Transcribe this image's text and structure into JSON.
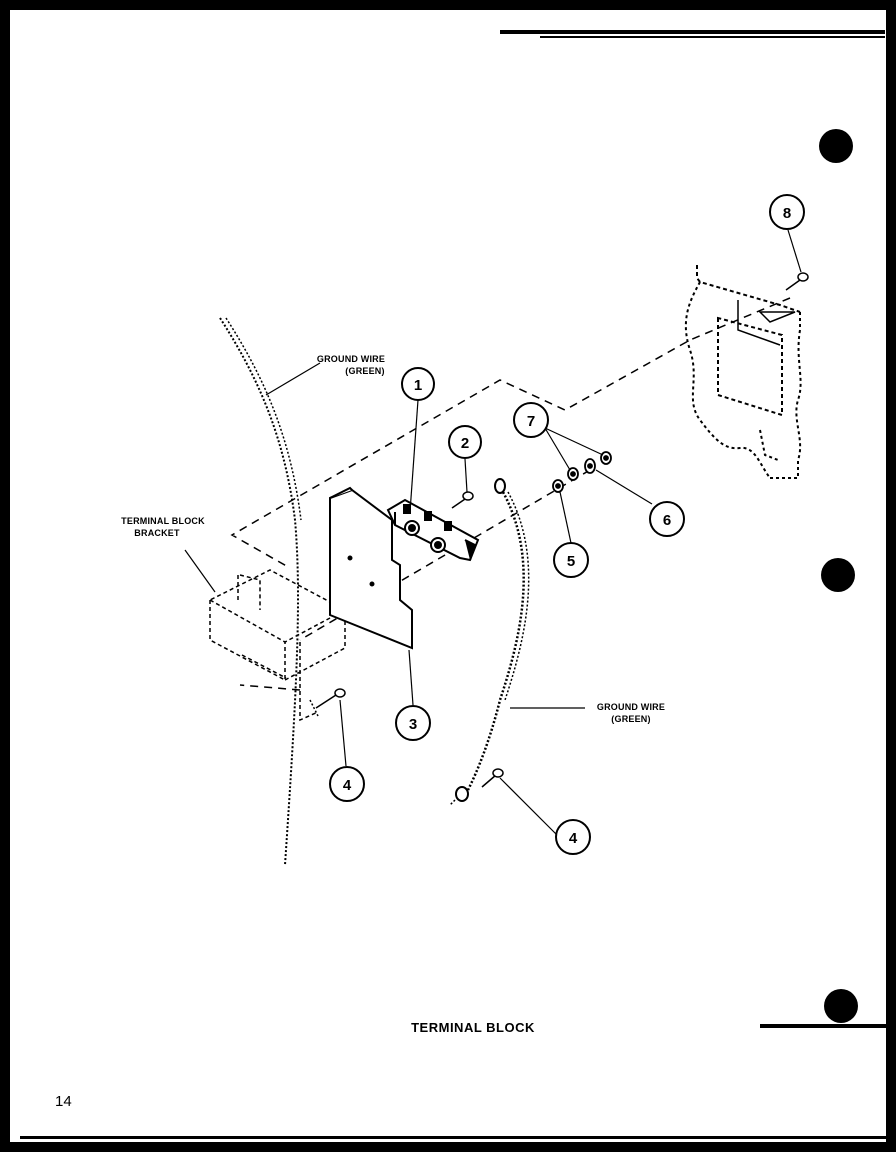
{
  "diagram": {
    "title": "TERMINAL BLOCK",
    "page_number": "14",
    "labels": {
      "ground_wire_top_line1": "GROUND WIRE",
      "ground_wire_top_line2": "(GREEN)",
      "ground_wire_bottom_line1": "GROUND WIRE",
      "ground_wire_bottom_line2": "(GREEN)",
      "bracket_line1": "TERMINAL BLOCK",
      "bracket_line2": "BRACKET"
    },
    "callouts": {
      "c1": "1",
      "c2": "2",
      "c3": "3",
      "c4a": "4",
      "c4b": "4",
      "c5": "5",
      "c6": "6",
      "c7": "7",
      "c8": "8"
    }
  }
}
